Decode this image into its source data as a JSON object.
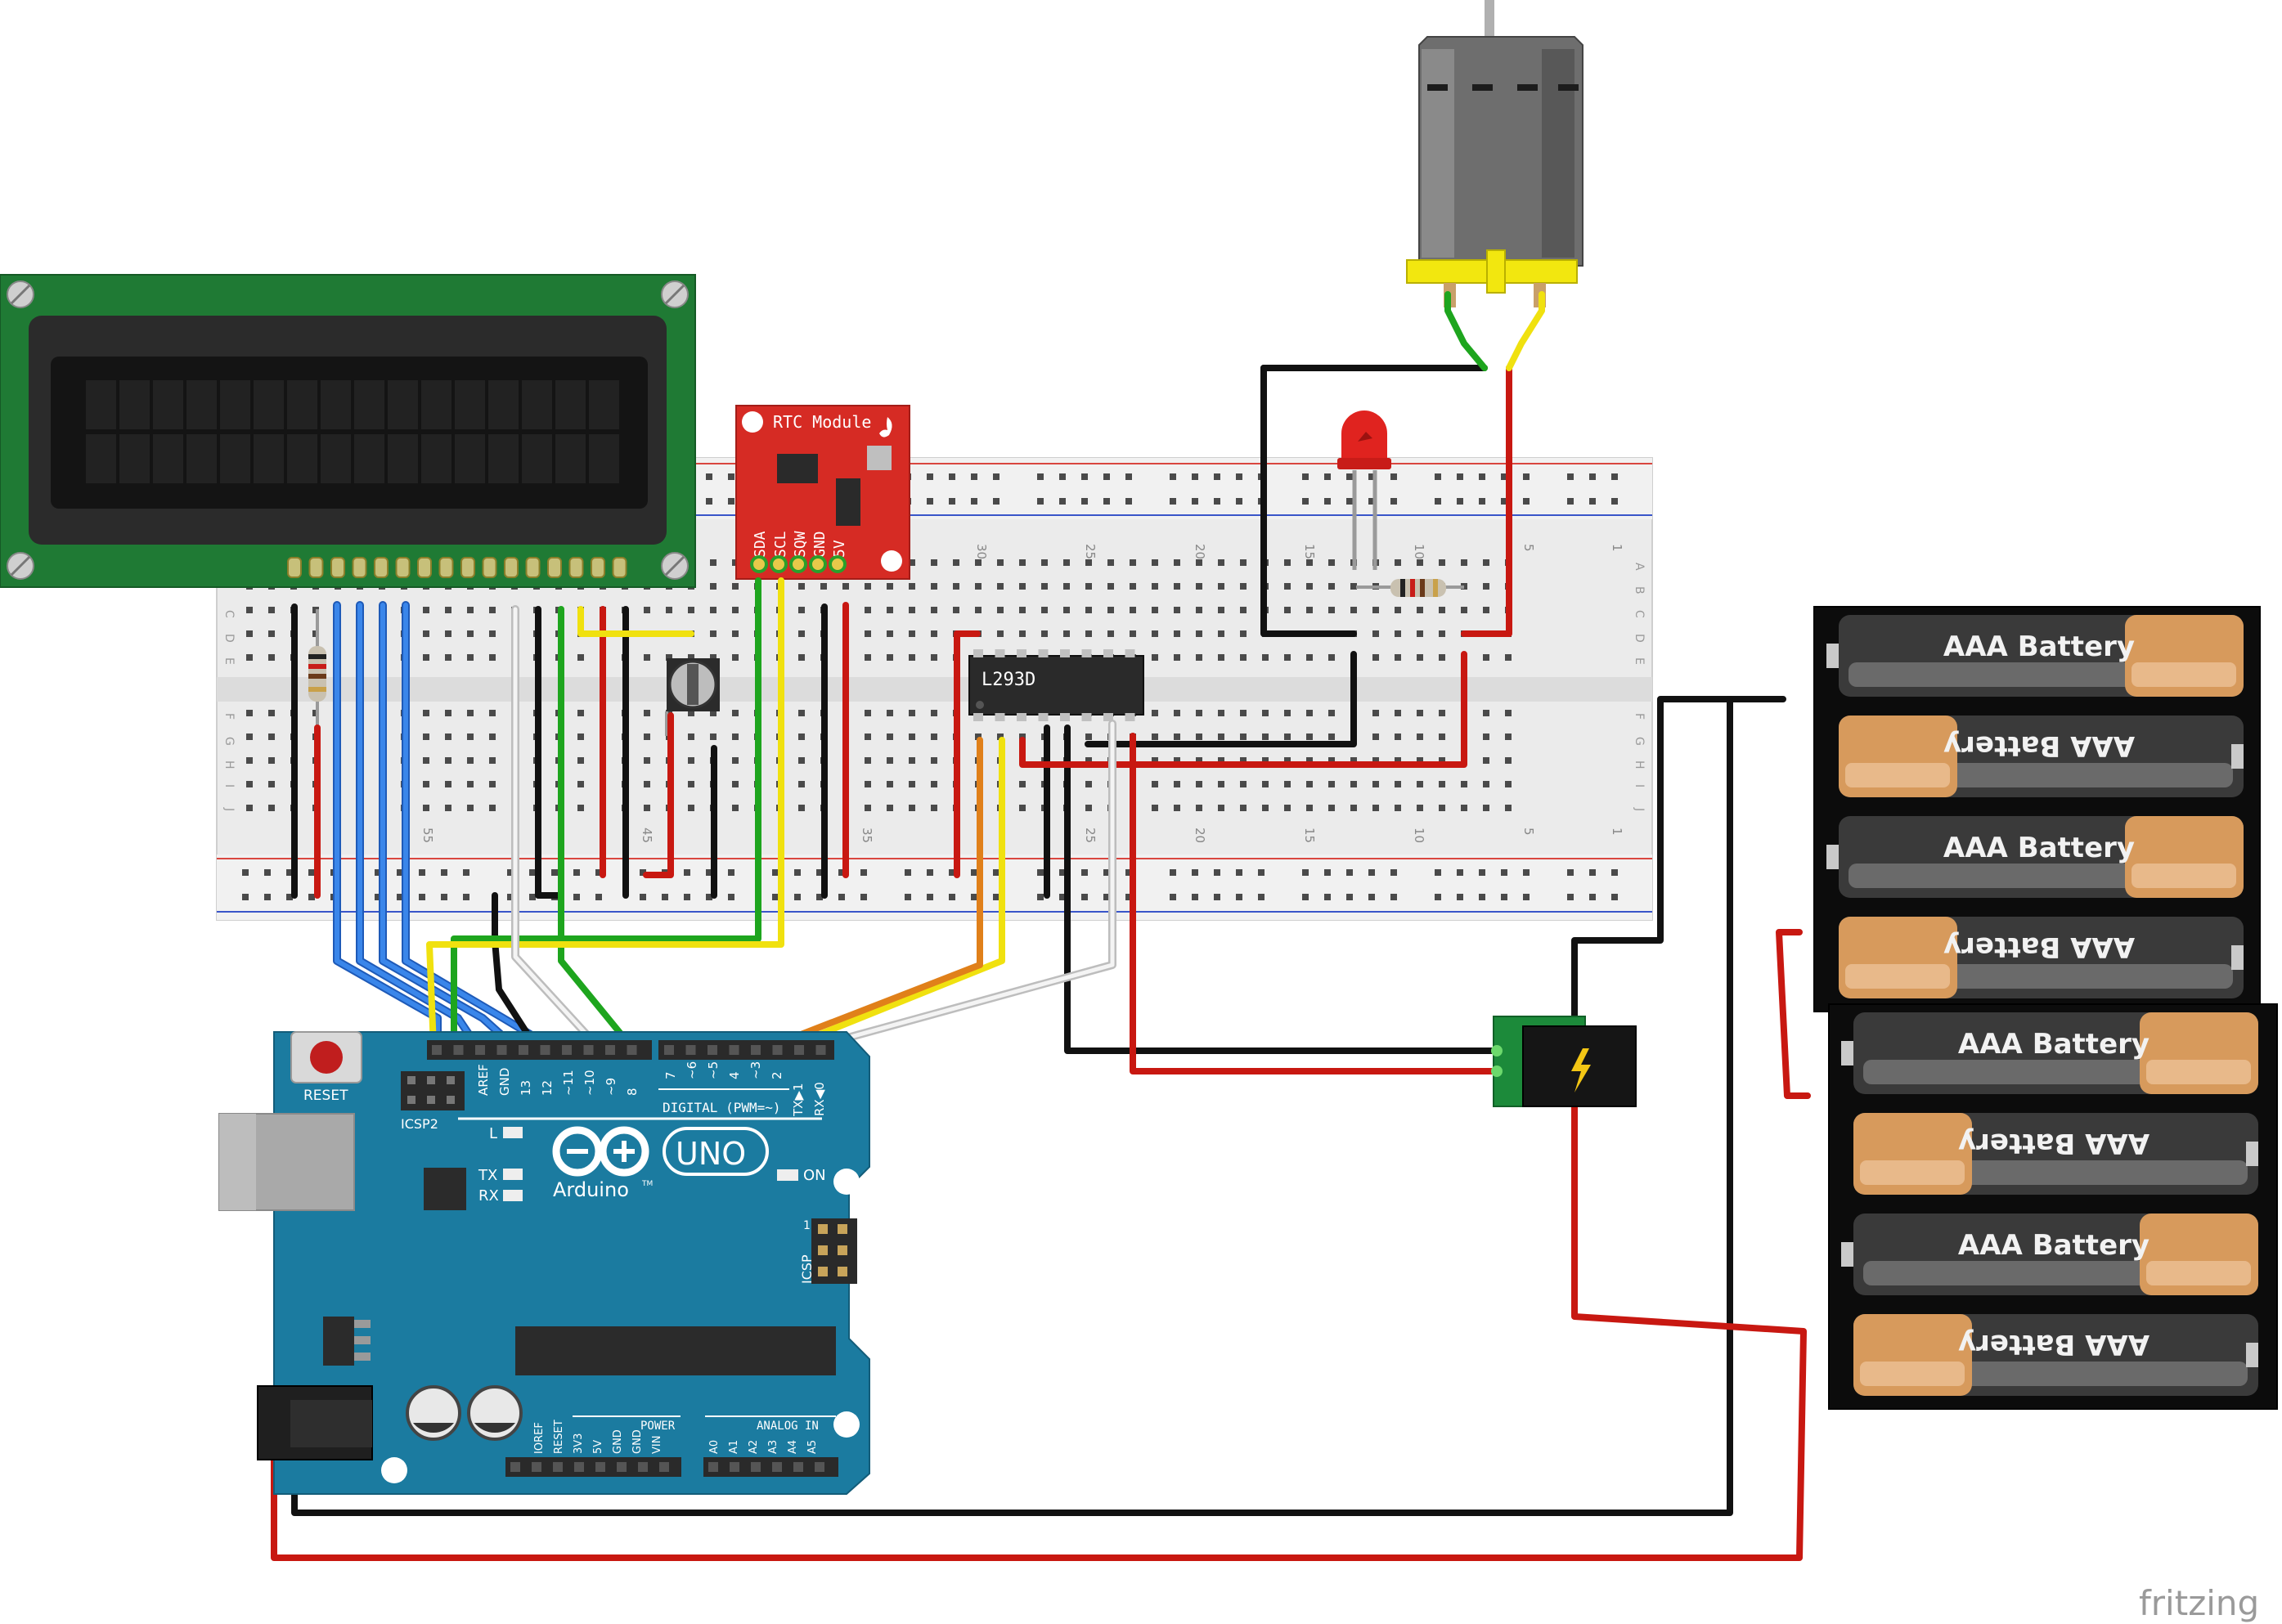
{
  "colors": {
    "board_teal": "#1b7ba0",
    "lcd_green": "#1f7a34",
    "rtc_red": "#d62b24",
    "breadboard": "#e9e9e9",
    "wire_black": "#1a1a1a",
    "wire_red": "#cc1b16",
    "wire_blue": "#2a6fd1",
    "wire_green": "#2bb52b",
    "wire_yellow": "#f3e81c",
    "wire_white": "#d8d8d8",
    "wire_orange": "#e8861a",
    "battery_copper": "#d79a5c"
  },
  "lcd": {
    "name": "16x2 LCD",
    "cols": 16,
    "rows": 2
  },
  "rtc": {
    "title": "RTC Module",
    "pins": [
      "SDA",
      "SCL",
      "SQW",
      "GND",
      "5V"
    ]
  },
  "motor_driver": {
    "label": "L293D"
  },
  "breadboard": {
    "top_numbers": [
      "30",
      "25",
      "20",
      "15",
      "10",
      "5",
      "1"
    ],
    "bottom_numbers": [
      "55",
      "45",
      "35",
      "25",
      "20",
      "15",
      "10",
      "5",
      "1"
    ],
    "row_letters_top": [
      "A",
      "B",
      "C",
      "D",
      "E"
    ],
    "row_letters_bottom": [
      "F",
      "G",
      "H",
      "I",
      "J"
    ],
    "left_letters_top": [
      "C",
      "D",
      "E"
    ],
    "left_letters_bottom": [
      "F",
      "G",
      "H",
      "I",
      "J"
    ]
  },
  "arduino": {
    "reset": "RESET",
    "icsp2": "ICSP2",
    "icsp": "ICSP",
    "icsp_pin1": "1",
    "l_led": "L",
    "tx": "TX",
    "rx": "RX",
    "on": "ON",
    "uno": "UNO",
    "brand": "Arduino",
    "tm": "TM",
    "digital_label": "DIGITAL (PWM=~)",
    "power_label": "POWER",
    "analog_label": "ANALOG IN",
    "digital_pins_left": [
      "AREF",
      "GND",
      "13",
      "12",
      "~11",
      "~10",
      "~9",
      "8"
    ],
    "digital_pins_right": [
      "7",
      "~6",
      "~5",
      "4",
      "~3",
      "2",
      "TX▶1",
      "RX◀0"
    ],
    "power_pins": [
      "IOREF",
      "RESET",
      "3V3",
      "5V",
      "GND",
      "GND",
      "VIN"
    ],
    "analog_pins": [
      "A0",
      "A1",
      "A2",
      "A3",
      "A4",
      "A5"
    ]
  },
  "batteries": {
    "label": "AAA Battery",
    "packs": [
      {
        "cells": [
          "AAA Battery",
          "AAA Battery",
          "AAA Battery",
          "AAA Battery"
        ]
      },
      {
        "cells": [
          "AAA Battery",
          "AAA Battery",
          "AAA Battery",
          "AAA Battery"
        ]
      }
    ]
  },
  "watermark": "fritzing"
}
